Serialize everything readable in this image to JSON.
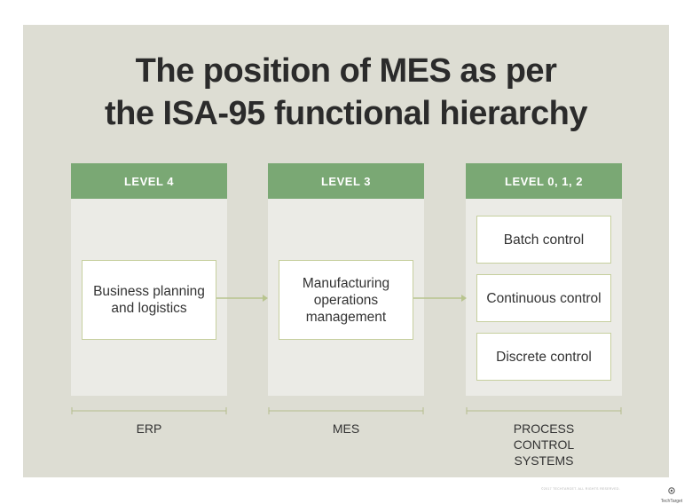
{
  "title": {
    "line1": "The position of MES as per",
    "line2": "the ISA-95 functional hierarchy"
  },
  "columns": [
    {
      "header": "LEVEL 4",
      "boxes": [
        "Business planning and logistics"
      ],
      "footer": "ERP"
    },
    {
      "header": "LEVEL 3",
      "boxes": [
        "Manufacturing operations management"
      ],
      "footer": "MES"
    },
    {
      "header": "LEVEL 0, 1, 2",
      "boxes": [
        "Batch control",
        "Continuous control",
        "Discrete control"
      ],
      "footer": "PROCESS CONTROL SYSTEMS"
    }
  ],
  "copyright": "©2017 TECHTARGET. ALL RIGHTS RESERVED.",
  "brand": {
    "name": "TechTarget",
    "icon": "techtarget-logo-icon"
  },
  "colors": {
    "panel": "#ddddd3",
    "header": "#7aa874",
    "column": "#ebebe6",
    "box_border": "#c6cf9e",
    "arrow": "#b8c48e"
  }
}
